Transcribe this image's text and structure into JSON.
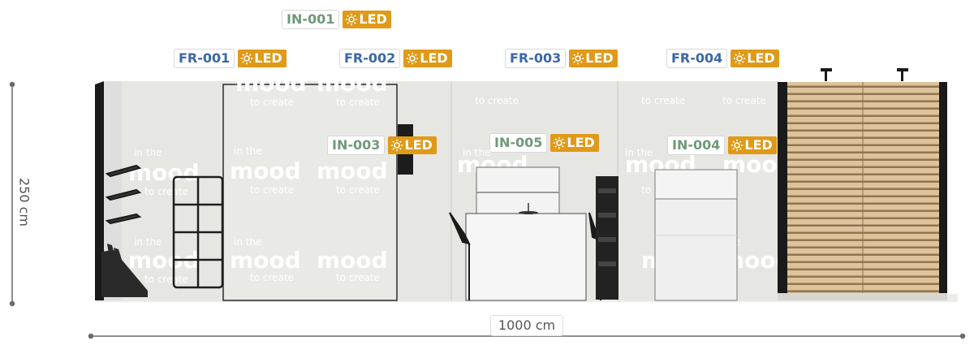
{
  "labels": {
    "in_001": "IN-001",
    "fr_001": "FR-001",
    "fr_002": "FR-002",
    "fr_003": "FR-003",
    "fr_004": "FR-004",
    "in_003": "IN-003",
    "in_005": "IN-005",
    "in_004": "IN-004",
    "led": "LED"
  },
  "brand_graphic": {
    "line1": "in the",
    "line2": "mood",
    "line3": "to create"
  },
  "dimensions": {
    "width": "1000 cm",
    "height": "250 cm"
  },
  "colors": {
    "in_code": "#6f9a78",
    "fr_code": "#3c67a6",
    "led_badge": "#e09a18",
    "wall": "#e6e6e3",
    "frame_dark": "#1e1e1e",
    "slat_wood": "#dcc39a"
  },
  "icons": {
    "led": "sun-icon"
  }
}
